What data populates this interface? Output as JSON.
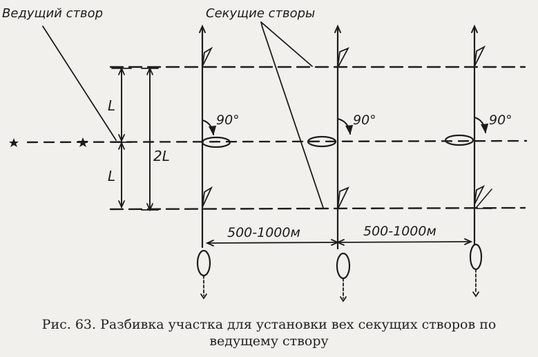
{
  "labels": {
    "leading_line": "Ведущий створ",
    "cross_lines": "Секущие створы",
    "L_top": "L",
    "L_bottom": "L",
    "two_L": "2L",
    "angle_1": "90°",
    "angle_2": "90°",
    "angle_3": "90°",
    "distance_1": "500-1000м",
    "distance_2": "500-1000м"
  },
  "caption": {
    "line1": "Рис. 63. Разбивка участка для установки вех секущих створов по",
    "line2": "ведущему створу"
  },
  "colors": {
    "ink": "#1c1c1c",
    "paper": "#f1f0ec"
  }
}
